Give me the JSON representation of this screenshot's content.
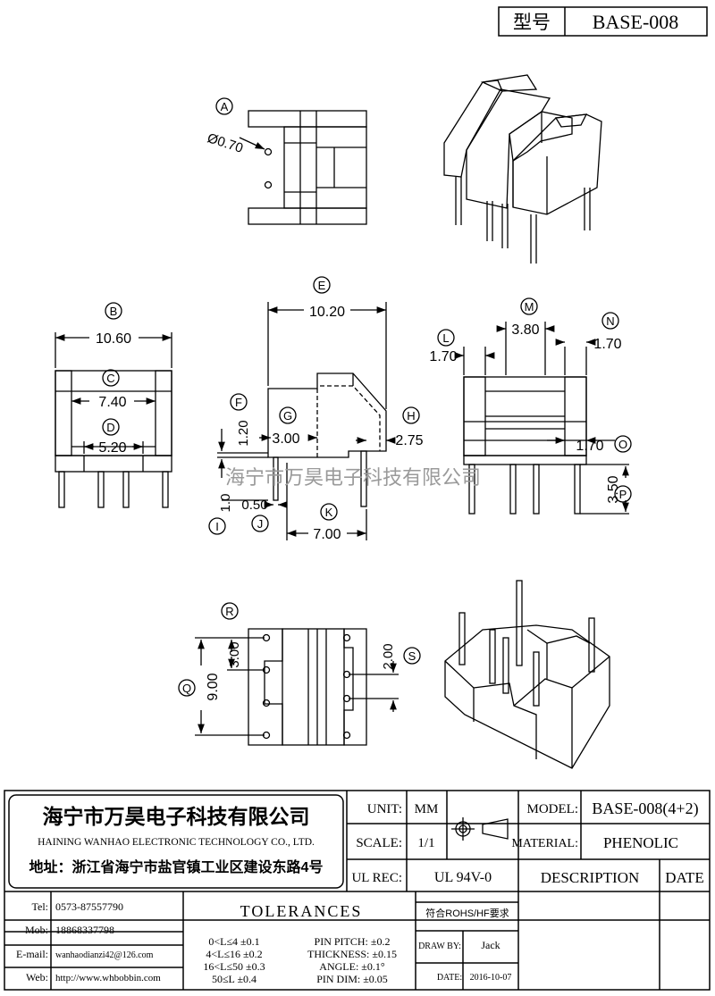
{
  "header": {
    "model_label": "型号",
    "model_value": "BASE-008"
  },
  "views": {
    "top": {
      "label_a": "A",
      "dim_a": "Ø0.70"
    },
    "front": {
      "label_b": "B",
      "dim_b": "10.60",
      "label_c": "C",
      "dim_c": "7.40",
      "label_d": "D",
      "dim_d": "5.20"
    },
    "side": {
      "label_e": "E",
      "dim_e": "10.20",
      "label_f": "F",
      "dim_f": "1.20",
      "label_g": "G",
      "dim_g": "3.00",
      "label_h": "H",
      "dim_h": "2.75",
      "label_i": "I",
      "dim_i": "1.0",
      "label_j": "J",
      "dim_j": "0.50",
      "label_k": "K",
      "dim_k": "7.00"
    },
    "right": {
      "label_l": "L",
      "dim_l": "1.70",
      "label_m": "M",
      "dim_m": "3.80",
      "label_n": "N",
      "dim_n": "1.70",
      "label_o": "O",
      "dim_o": "1.70",
      "label_p": "P",
      "dim_p": "3.50"
    },
    "bottom": {
      "label_q": "Q",
      "dim_q": "9.00",
      "label_r": "R",
      "dim_r": "3.00",
      "label_s": "S",
      "dim_s": "2.00"
    }
  },
  "watermark": "海宁市万昊电子科技有限公司",
  "title_block": {
    "company_cn": "海宁市万昊电子科技有限公司",
    "company_en": "HAINING WANHAO ELECTRONIC TECHNOLOGY CO., LTD.",
    "address": "地址：浙江省海宁市盐官镇工业区建设东路4号",
    "unit_label": "UNIT:",
    "unit_value": "MM",
    "scale_label": "SCALE:",
    "scale_value": "1/1",
    "ul_label": "UL REC:",
    "ul_value": "UL 94V-0",
    "model_label": "MODEL:",
    "model_value": "BASE-008(4+2)",
    "material_label": "MATERIAL:",
    "material_value": "PHENOLIC",
    "description_label": "DESCRIPTION",
    "date_header": "DATE",
    "tel_label": "Tel:",
    "tel_value": "0573-87557790",
    "mob_label": "Mob:",
    "mob_value": "18868337798",
    "email_label": "E-mail:",
    "email_value": "wanhaodianzi42@126.com",
    "web_label": "Web:",
    "web_value": "http://www.whbobbin.com",
    "tolerances_label": "TOLERANCES",
    "rohs": "符合ROHS/HF要求",
    "tol_1": "0<L≤4 ±0.1",
    "tol_2": "4<L≤16 ±0.2",
    "tol_3": "16<L≤50 ±0.3",
    "tol_4": "50≤L ±0.4",
    "pin_pitch": "PIN PITCH: ±0.2",
    "thickness": "THICKNESS: ±0.15",
    "angle": "ANGLE: ±0.1°",
    "pin_dim": "PIN DIM: ±0.05",
    "draw_by_label": "DRAW BY:",
    "draw_by_value": "Jack",
    "date_label": "DATE:",
    "date_value": "2016-10-07"
  }
}
